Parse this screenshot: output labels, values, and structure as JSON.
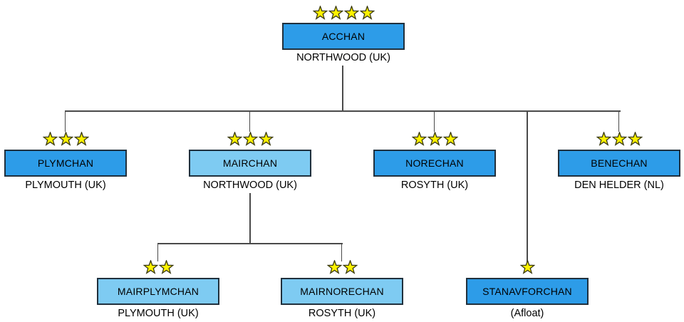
{
  "diagram": {
    "type": "org-chart",
    "nodes": {
      "acchan": {
        "label": "ACCHAN",
        "location": "NORTHWOOD (UK)",
        "stars": 4,
        "variant": "dark"
      },
      "plymchan": {
        "label": "PLYMCHAN",
        "location": "PLYMOUTH (UK)",
        "stars": 3,
        "variant": "dark"
      },
      "mairchan": {
        "label": "MAIRCHAN",
        "location": "NORTHWOOD (UK)",
        "stars": 3,
        "variant": "light"
      },
      "norechan": {
        "label": "NORECHAN",
        "location": "ROSYTH (UK)",
        "stars": 3,
        "variant": "dark"
      },
      "benechan": {
        "label": "BENECHAN",
        "location": "DEN HELDER (NL)",
        "stars": 3,
        "variant": "dark"
      },
      "mairplymchan": {
        "label": "MAIRPLYMCHAN",
        "location": "PLYMOUTH (UK)",
        "stars": 2,
        "variant": "light"
      },
      "mairnorechan": {
        "label": "MAIRNORECHAN",
        "location": "ROSYTH (UK)",
        "stars": 2,
        "variant": "light"
      },
      "stanavforchan": {
        "label": "STANAVFORCHAN",
        "location": "(Afloat)",
        "stars": 1,
        "variant": "dark"
      }
    },
    "edges": [
      [
        "acchan",
        "plymchan"
      ],
      [
        "acchan",
        "mairchan"
      ],
      [
        "acchan",
        "norechan"
      ],
      [
        "acchan",
        "benechan"
      ],
      [
        "acchan",
        "stanavforchan"
      ],
      [
        "mairchan",
        "mairplymchan"
      ],
      [
        "mairchan",
        "mairnorechan"
      ]
    ],
    "colors": {
      "box_dark": "#2D9CE8",
      "box_light": "#7ECBF2",
      "box_border": "#20303d",
      "star_fill": "#FFF200",
      "star_stroke": "#3a3a10",
      "line": "#4a4a4a",
      "text": "#000000",
      "background": "#FFFFFF"
    }
  }
}
